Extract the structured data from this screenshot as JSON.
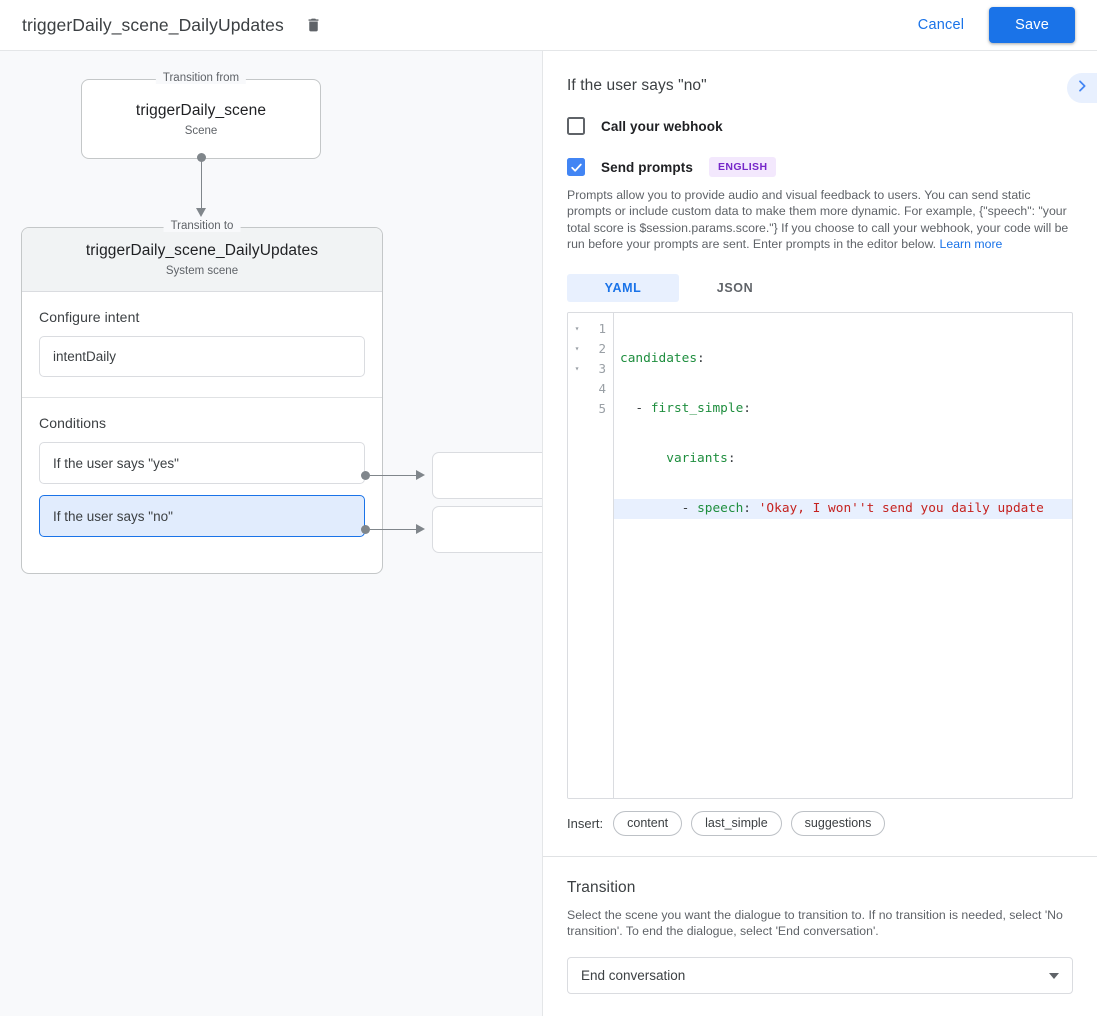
{
  "topbar": {
    "title": "triggerDaily_scene_DailyUpdates",
    "delete_icon": "trash-icon",
    "cancel_label": "Cancel",
    "save_label": "Save",
    "accent_color": "#1a73e8"
  },
  "graph": {
    "from": {
      "legend": "Transition from",
      "name": "triggerDaily_scene",
      "type": "Scene"
    },
    "to": {
      "legend": "Transition to",
      "name": "triggerDaily_scene_DailyUpdates",
      "type": "System scene",
      "intent_section_label": "Configure intent",
      "intent_value": "intentDaily",
      "conditions_section_label": "Conditions",
      "conditions": [
        {
          "label": "If the user says \"yes\"",
          "selected": false
        },
        {
          "label": "If the user says \"no\"",
          "selected": true
        }
      ]
    },
    "target_cards": [
      "",
      ""
    ]
  },
  "panel": {
    "title": "If the user says \"no\"",
    "expand_icon": "chevron-right-icon",
    "webhook": {
      "label": "Call your webhook",
      "checked": false
    },
    "prompts": {
      "label": "Send prompts",
      "checked": true,
      "badge": "ENGLISH",
      "badge_color": "#7627c9",
      "helper": "Prompts allow you to provide audio and visual feedback to users. You can send static prompts or include custom data to make them more dynamic. For example, {\"speech\": \"your total score is $session.params.score.\"} If you choose to call your webhook, your code will be run before your prompts are sent. Enter prompts in the editor below. ",
      "helper_link": "Learn more"
    },
    "editor": {
      "tabs": [
        {
          "label": "YAML",
          "active": true
        },
        {
          "label": "JSON",
          "active": false
        }
      ],
      "lines": [
        {
          "num": "1",
          "fold": "▾",
          "highlight": false,
          "key": "candidates",
          "indent": "",
          "dash": "",
          "value": "",
          "colon": ":"
        },
        {
          "num": "2",
          "fold": "▾",
          "highlight": false,
          "key": "first_simple",
          "indent": "  ",
          "dash": "- ",
          "value": "",
          "colon": ":"
        },
        {
          "num": "3",
          "fold": "▾",
          "highlight": false,
          "key": "variants",
          "indent": "      ",
          "dash": "",
          "value": "",
          "colon": ":"
        },
        {
          "num": "4",
          "fold": "",
          "highlight": true,
          "key": "speech",
          "indent": "        ",
          "dash": "- ",
          "value": " 'Okay, I won''t send you daily update",
          "colon": ":"
        },
        {
          "num": "5",
          "fold": "",
          "highlight": false,
          "key": "",
          "indent": "",
          "dash": "",
          "value": "",
          "colon": ""
        }
      ]
    },
    "insert": {
      "label": "Insert:",
      "chips": [
        "content",
        "last_simple",
        "suggestions"
      ]
    },
    "transition": {
      "title": "Transition",
      "helper": "Select the scene you want the dialogue to transition to. If no transition is needed, select 'No transition'. To end the dialogue, select 'End conversation'.",
      "selected": "End conversation"
    }
  }
}
